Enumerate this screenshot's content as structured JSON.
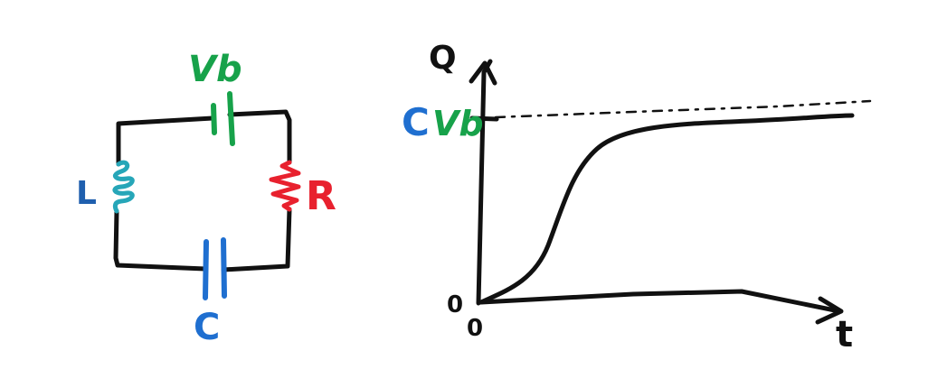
{
  "circuit": {
    "battery_label": "Vb",
    "inductor_label": "L",
    "resistor_label": "R",
    "capacitor_label": "C"
  },
  "graph": {
    "y_axis_label": "Q",
    "x_axis_label": "t",
    "y_origin_label": "0",
    "x_origin_label": "0",
    "asymptote_label_c": "C",
    "asymptote_label_vb": "Vb"
  },
  "colors": {
    "wire": "#111111",
    "battery": "#17a24a",
    "inductor": "#26a6b8",
    "inductor_label": "#1f5fae",
    "resistor": "#e8212e",
    "capacitor": "#1f6fd0"
  }
}
